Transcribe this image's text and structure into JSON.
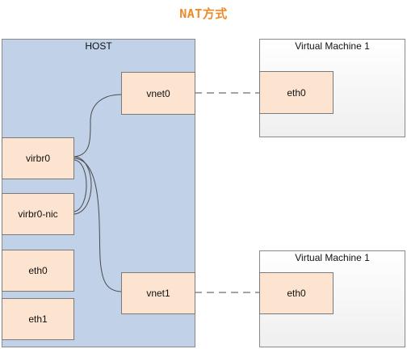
{
  "title": "NAT方式",
  "host": {
    "label": "HOST",
    "interfaces": {
      "virbr0": "virbr0",
      "virbr0_nic": "virbr0-nic",
      "eth0": "eth0",
      "eth1": "eth1",
      "vnet0": "vnet0",
      "vnet1": "vnet1"
    }
  },
  "vms": [
    {
      "label": "Virtual Machine 1",
      "nic": "eth0"
    },
    {
      "label": "Virtual Machine 1",
      "nic": "eth0"
    }
  ],
  "colors": {
    "title": "#f08a28",
    "host_fill": "#c0d1e8",
    "node_fill": "#fde4d0",
    "vm_fill": "#f2f2f2"
  }
}
